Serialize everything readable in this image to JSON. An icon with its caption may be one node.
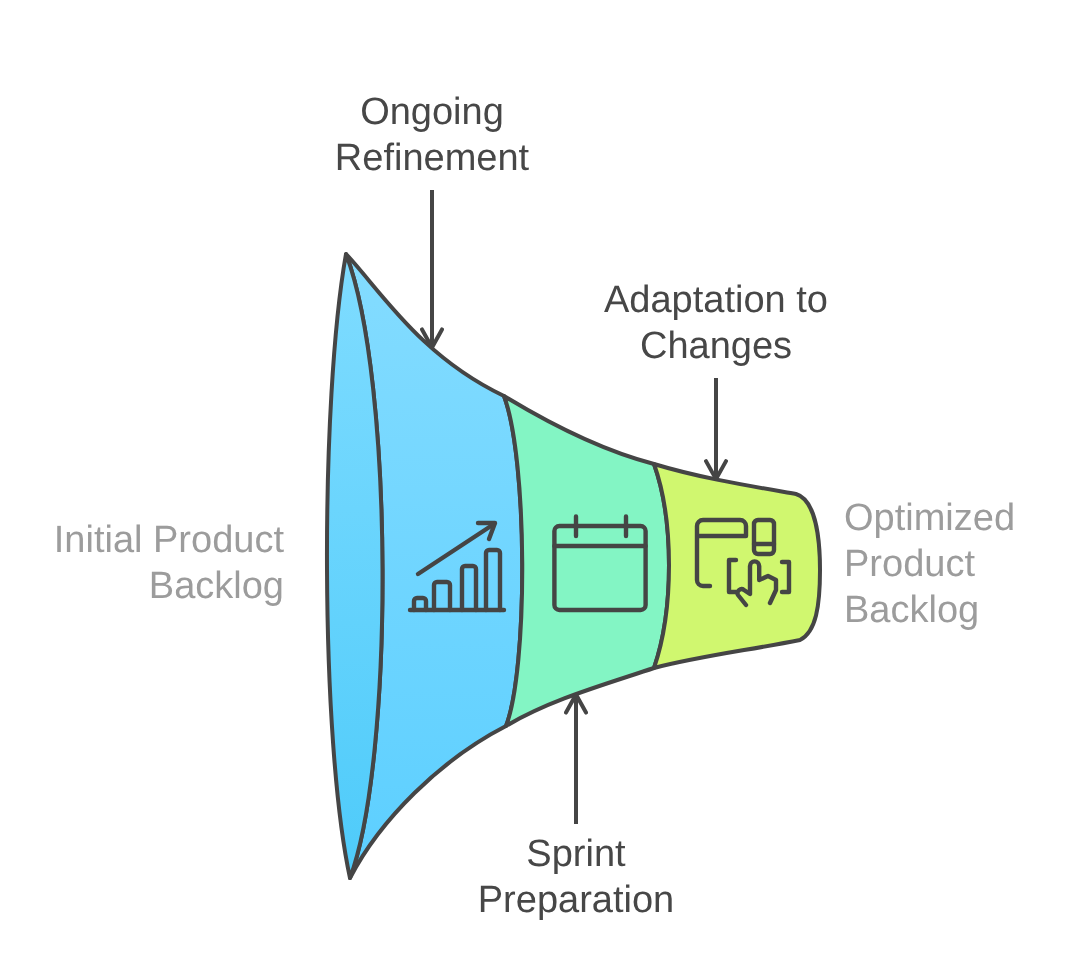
{
  "diagram": {
    "nodes": [
      {
        "text": [
          "Ongoing Refinement"
        ]
      },
      {
        "text": [
          "Adaptation to Changes"
        ]
      },
      {
        "text": [],
        "shape": "band"
      },
      {
        "text": [],
        "shape": "band"
      },
      {
        "text": [],
        "shape": "band"
      },
      {
        "text": [
          "Sprint Preparation"
        ]
      }
    ],
    "edges": [
      {
        "from": 0,
        "to": 2,
        "arrow": "to"
      },
      {
        "from": 1,
        "to": 4,
        "arrow": "to"
      },
      {
        "from": 5,
        "to": 3,
        "arrow": "to"
      }
    ],
    "labels": [
      "Initial Product Backlog",
      "Optimized Product Backlog"
    ]
  }
}
